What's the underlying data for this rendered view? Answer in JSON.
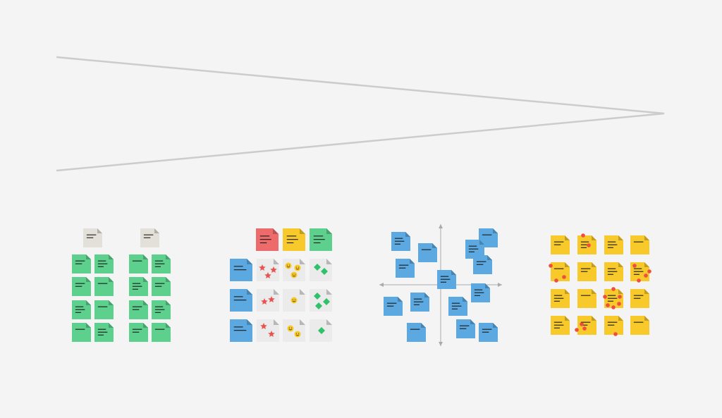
{
  "canvas": {
    "background": "#f4f4f4",
    "funnel_color": "#cccccc",
    "axis_color": "#aaaaaa"
  },
  "palette": {
    "gray": "#e2e0d8",
    "green": "#5cd08c",
    "blue": "#5ba9e0",
    "red": "#ee6b6b",
    "yellow": "#f7c92b",
    "card": "#ebebeb",
    "star": "#e9534f",
    "smiley": "#f7c92b",
    "diamond": "#2ec26b",
    "dot": "#ef4d3f",
    "line": "#1a1a1a"
  },
  "stages": [
    {
      "name": "brainstorm-grouping",
      "note_icon": "sticky-note-icon"
    },
    {
      "name": "categorized-voting",
      "note_icon": "sticky-note-icon",
      "vote_icons": [
        "star-icon",
        "smiley-icon",
        "diamond-icon"
      ]
    },
    {
      "name": "quadrant-prioritization",
      "note_icon": "sticky-note-icon"
    },
    {
      "name": "dot-voting",
      "note_icon": "sticky-note-icon",
      "vote_icon": "red-dot-icon"
    }
  ]
}
